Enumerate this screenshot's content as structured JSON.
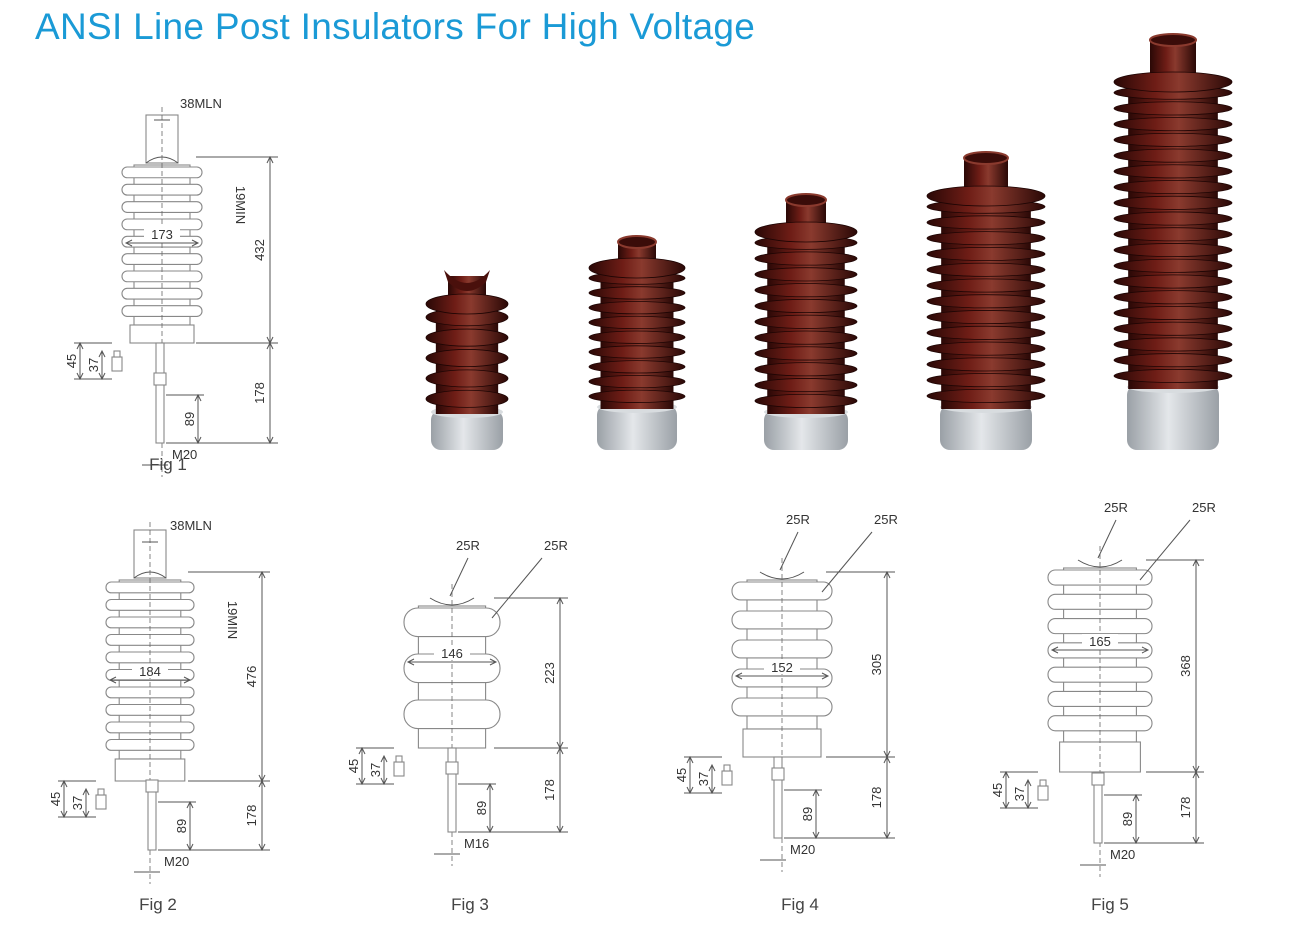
{
  "title": "ANSI Line Post Insulators For High Voltage",
  "colors": {
    "title": "#1a9ad6",
    "porcelain": "#5a1512",
    "porcelain_highlight": "#8a3a2e",
    "base": "#c8ccd0"
  },
  "figures": [
    {
      "caption": "Fig 1",
      "stud_label": "38MLN",
      "top_label": "19MIN",
      "diameter": "173",
      "height": "432",
      "dim_a": "45",
      "dim_b": "37",
      "stud_length": "178",
      "thread_length": "89",
      "thread": "M20"
    },
    {
      "caption": "Fig 2",
      "stud_label": "38MLN",
      "top_label": "19MIN",
      "diameter": "184",
      "height": "476",
      "dim_a": "45",
      "dim_b": "37",
      "stud_length": "178",
      "thread_length": "89",
      "thread": "M20"
    },
    {
      "caption": "Fig 3",
      "radius_a": "25R",
      "radius_b": "25R",
      "diameter": "146",
      "height": "223",
      "dim_a": "45",
      "dim_b": "37",
      "stud_length": "178",
      "thread_length": "89",
      "thread": "M16"
    },
    {
      "caption": "Fig 4",
      "radius_a": "25R",
      "radius_b": "25R",
      "diameter": "152",
      "height": "305",
      "dim_a": "45",
      "dim_b": "37",
      "stud_length": "178",
      "thread_length": "89",
      "thread": "M20"
    },
    {
      "caption": "Fig 5",
      "radius_a": "25R",
      "radius_b": "25R",
      "diameter": "165",
      "height": "368",
      "dim_a": "45",
      "dim_b": "37",
      "stud_length": "178",
      "thread_length": "89",
      "thread": "M20"
    }
  ],
  "photos": [
    {
      "name": "insulator-photo-1"
    },
    {
      "name": "insulator-photo-2"
    },
    {
      "name": "insulator-photo-3"
    },
    {
      "name": "insulator-photo-4"
    },
    {
      "name": "insulator-photo-5"
    }
  ]
}
